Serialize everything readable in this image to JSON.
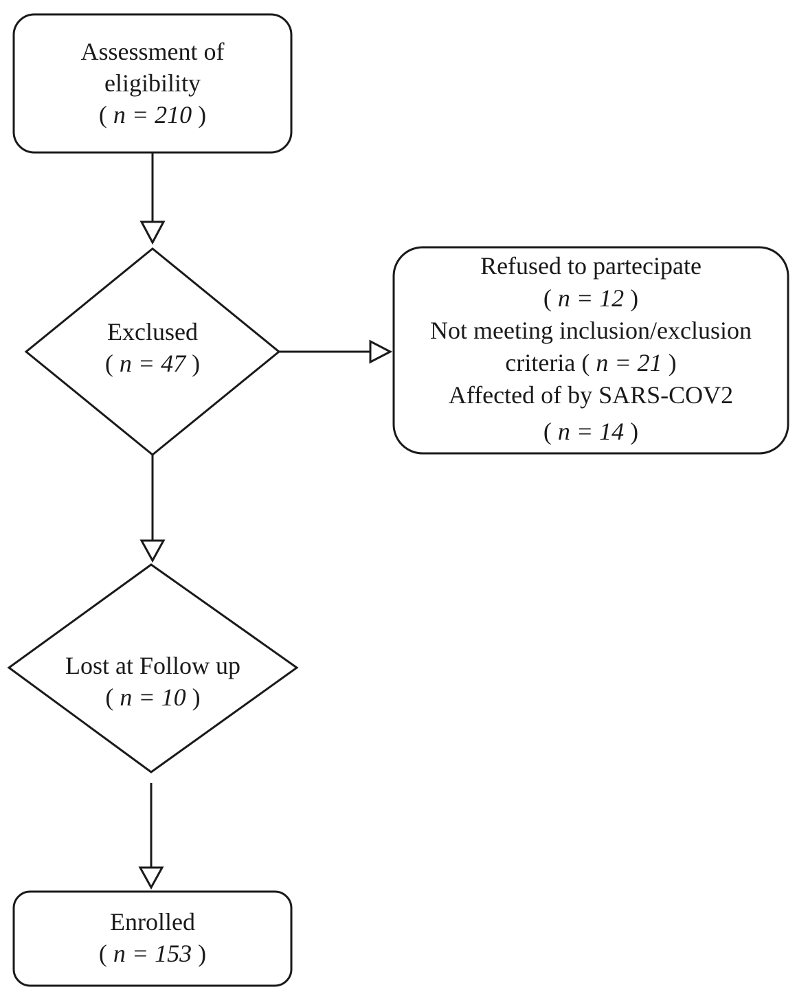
{
  "nodes": {
    "assessment": {
      "lines": [
        "Assessment of",
        "eligibility"
      ],
      "n_value": "210"
    },
    "excluded": {
      "title": "Exclused",
      "n_value": "47"
    },
    "reasons": {
      "refused_label": "Refused to partecipate",
      "refused_n": "12",
      "not_meeting_label": "Not meeting inclusion/exclusion",
      "not_meeting_label_cont": "criteria",
      "not_meeting_n": "21",
      "covid_label": "Affected of by SARS-COV2",
      "covid_n": "14"
    },
    "lost": {
      "title": "Lost at Follow up",
      "n_value": "10"
    },
    "enrolled": {
      "title": "Enrolled",
      "n_value": "153"
    }
  },
  "n_prefix": "n = ",
  "open_paren": "( ",
  "close_paren": " )"
}
